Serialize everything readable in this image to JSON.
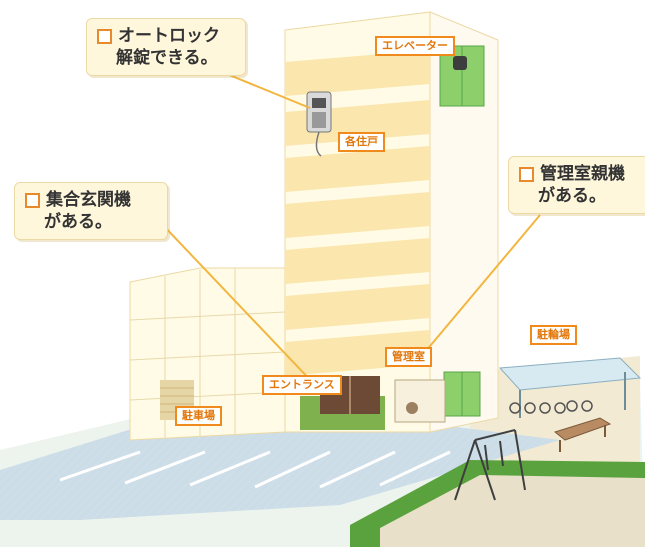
{
  "callouts": {
    "autolock": {
      "line1": "オートロック",
      "line2": "解錠できる。"
    },
    "entrance_unit": {
      "line1": "集合玄関機",
      "line2": "がある。"
    },
    "manager_unit": {
      "line1": "管理室親機",
      "line2": "がある。"
    }
  },
  "labels": {
    "elevator": "エレベーター",
    "each_unit": "各住戸",
    "management_room": "管理室",
    "entrance": "エントランス",
    "parking": "駐車場",
    "bicycle_parking": "駐輪場"
  },
  "colors": {
    "accent": "#f08a1c",
    "callout_bg": "#fff7dc",
    "wall": "#fffbe6",
    "band": "#fbe7ad",
    "glass": "#8ccf6b"
  }
}
